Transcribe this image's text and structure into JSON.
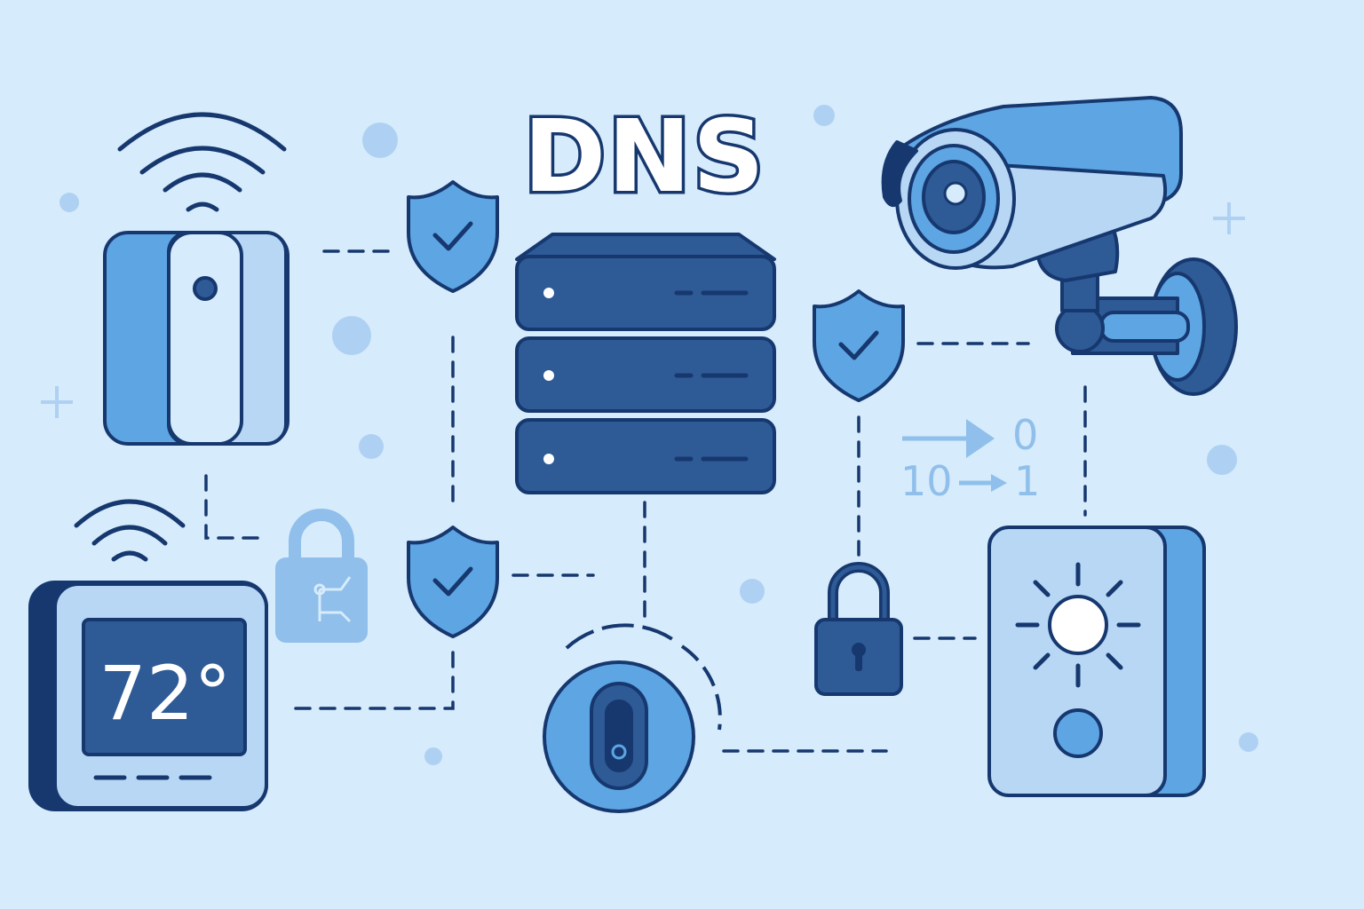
{
  "diagram": {
    "title": "DNS",
    "thermostat": {
      "temperature": "72°"
    },
    "data_flow": {
      "top_digit": "0",
      "bottom_left": "10",
      "bottom_right": "1"
    }
  },
  "colors": {
    "background": "#d6ebfb",
    "outline": "#16386f",
    "server": "#2e5a96",
    "accent": "#5ea5e3",
    "light": "#b7d7f5",
    "faded": "#8fbfea"
  },
  "icons": [
    "dns-server-icon",
    "smart-speaker-icon",
    "thermostat-icon",
    "security-camera-icon",
    "video-doorbell-icon",
    "smart-button-icon",
    "shield-check-icon",
    "padlock-icon",
    "wifi-signal-icon",
    "data-flow-arrow-icon"
  ]
}
